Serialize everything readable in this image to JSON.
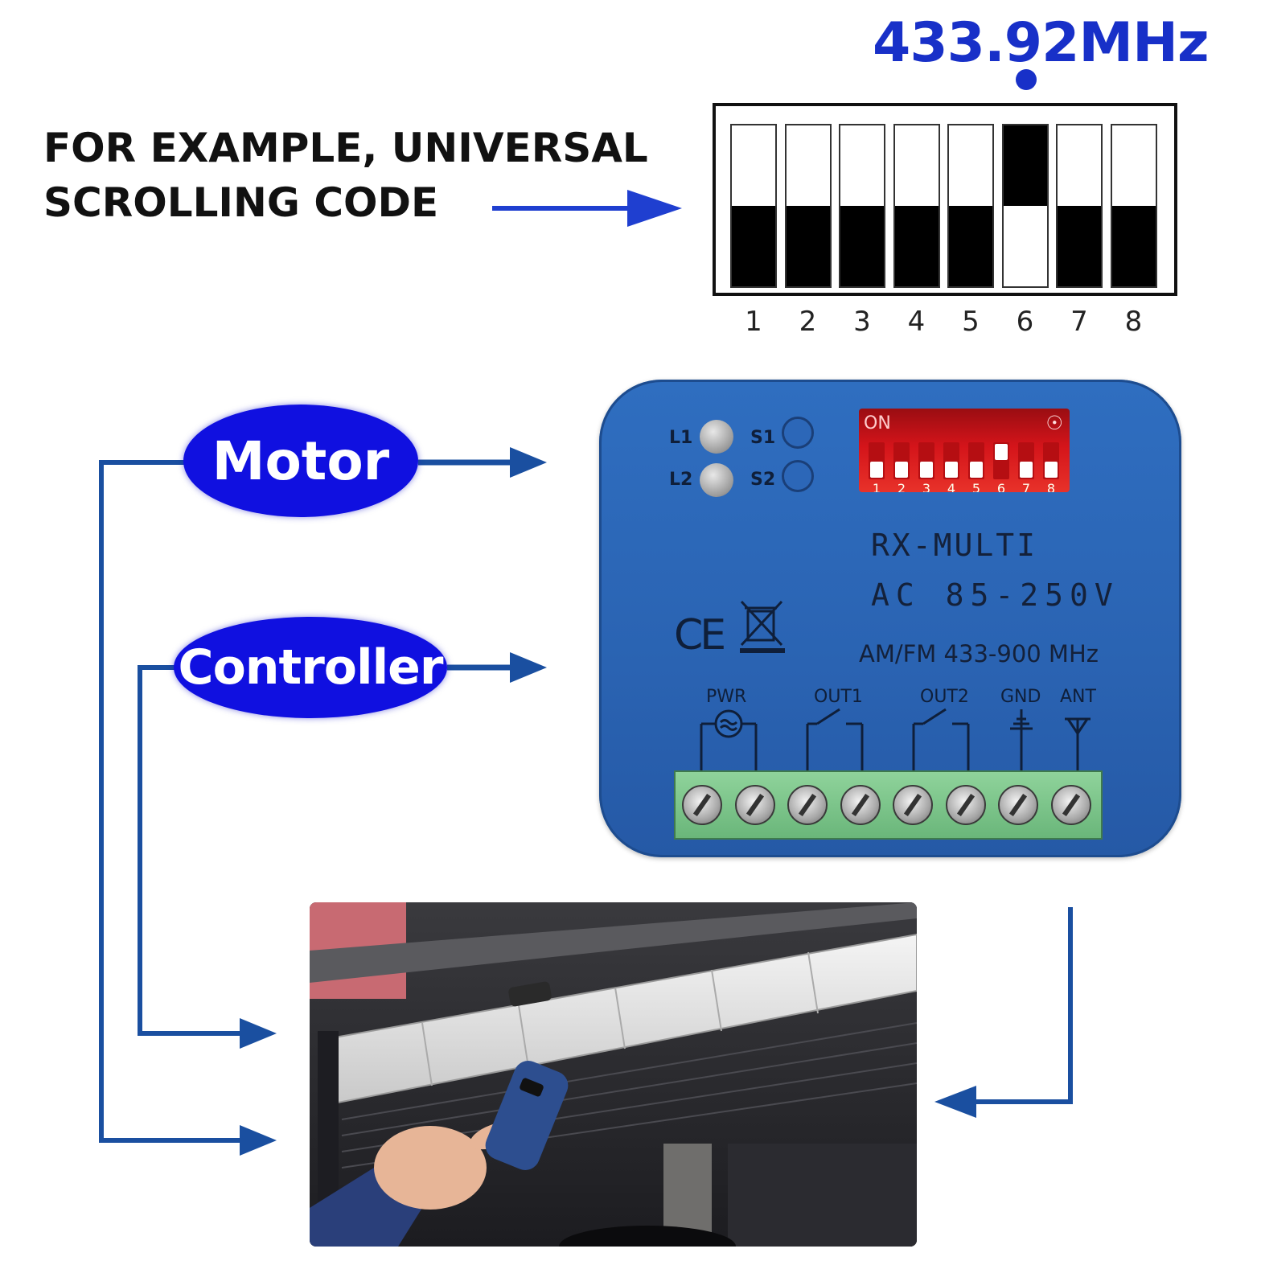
{
  "top": {
    "frequency": "433.92MHz",
    "caption_line1": "FOR EXAMPLE, UNIVERSAL",
    "caption_line2": "SCROLLING CODE"
  },
  "dip_diagram": {
    "labels": [
      "1",
      "2",
      "3",
      "4",
      "5",
      "6",
      "7",
      "8"
    ],
    "positions": [
      "down",
      "down",
      "down",
      "down",
      "down",
      "up",
      "down",
      "down"
    ]
  },
  "labels": {
    "motor": "Motor",
    "controller": "Controller"
  },
  "module": {
    "led1": "L1",
    "led2": "L2",
    "btn1": "S1",
    "btn2": "S2",
    "dip_on": "ON",
    "model": "RX-MULTI",
    "voltage": "AC 85-250V",
    "band": "AM/FM 433-900 MHz",
    "ce_mark": "CE",
    "terminals": {
      "pwr": "PWR",
      "out1": "OUT1",
      "out2": "OUT2",
      "gnd": "GND",
      "ant": "ANT"
    },
    "red_dip_labels": [
      "1",
      "2",
      "3",
      "4",
      "5",
      "6",
      "7",
      "8"
    ]
  },
  "colors": {
    "arrow_blue": "#1a4fa0",
    "accent_blue": "#1830c8",
    "pill_blue": "#1010e0",
    "module_blue": "#2f6ec0",
    "terminal_green": "#7cc58a"
  }
}
